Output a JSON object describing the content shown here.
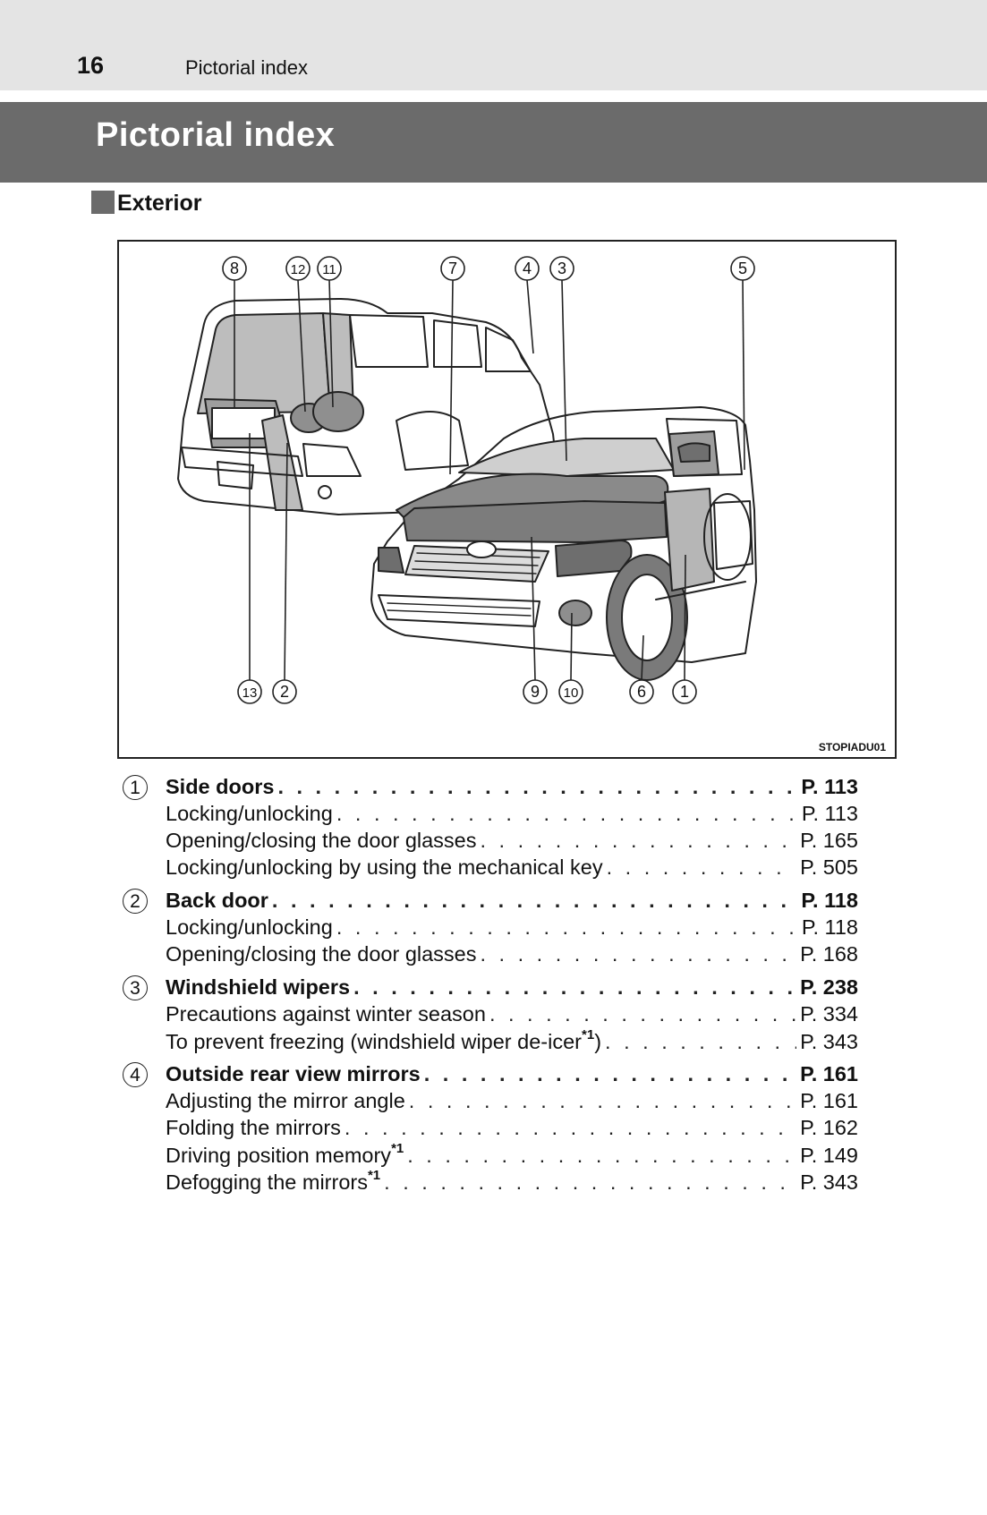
{
  "header": {
    "page_number": "16",
    "running_title": "Pictorial index"
  },
  "section_title": "Pictorial index",
  "subsection_title": "Exterior",
  "figure": {
    "code": "STOPIADU01",
    "top_callouts": [
      "8",
      "12",
      "11",
      "7",
      "4",
      "3",
      "5"
    ],
    "bottom_callouts": [
      "13",
      "2",
      "9",
      "10",
      "6",
      "1"
    ]
  },
  "entries": [
    {
      "number": "1",
      "title": "Side doors",
      "page": "P. 113",
      "subs": [
        {
          "label": "Locking/unlocking",
          "page": "P. 113"
        },
        {
          "label": "Opening/closing the door glasses",
          "page": "P. 165"
        },
        {
          "label": "Locking/unlocking by using the mechanical key",
          "page": "P. 505"
        }
      ]
    },
    {
      "number": "2",
      "title": "Back door",
      "page": "P. 118",
      "subs": [
        {
          "label": "Locking/unlocking",
          "page": "P. 118"
        },
        {
          "label": "Opening/closing the door glasses",
          "page": "P. 168"
        }
      ]
    },
    {
      "number": "3",
      "title": "Windshield wipers",
      "page": "P. 238",
      "subs": [
        {
          "label": "Precautions against winter season",
          "page": "P. 334"
        },
        {
          "label": "To prevent freezing (windshield wiper de-icer",
          "note": "*1",
          "after": ")",
          "page": "P. 343"
        }
      ]
    },
    {
      "number": "4",
      "title": "Outside rear view mirrors",
      "page": "P. 161",
      "subs": [
        {
          "label": "Adjusting the mirror angle",
          "page": "P. 161"
        },
        {
          "label": "Folding the mirrors",
          "page": "P. 162"
        },
        {
          "label": "Driving position memory",
          "note": "*1",
          "page": "P. 149"
        },
        {
          "label": "Defogging the mirrors",
          "note": "*1",
          "page": "P. 343"
        }
      ]
    }
  ]
}
